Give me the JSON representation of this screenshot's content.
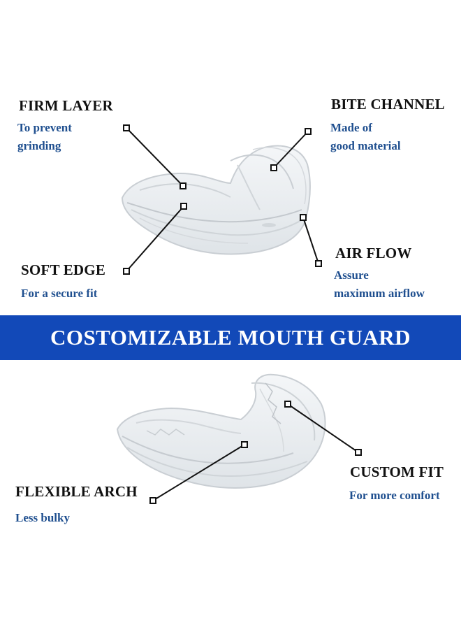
{
  "callouts_top": {
    "firm_layer": {
      "title": "FIRM LAYER",
      "desc_line1": "To prevent",
      "desc_line2": "grinding"
    },
    "bite_channel": {
      "title": "BITE CHANNEL",
      "desc_line1": "Made of",
      "desc_line2": "good material"
    },
    "soft_edge": {
      "title": "SOFT EDGE",
      "desc_line1": "For a secure fit"
    },
    "air_flow": {
      "title": "AIR FLOW",
      "desc_line1": "Assure",
      "desc_line2": "maximum airflow"
    }
  },
  "banner": {
    "text": "COSTOMIZABLE MOUTH GUARD",
    "color": "#1249b8"
  },
  "callouts_bottom": {
    "custom_fit": {
      "title": "CUSTOM FIT",
      "desc_line1": "For more comfort"
    },
    "flexible_arch": {
      "title": "FLEXIBLE ARCH",
      "desc_line1": "Less bulky"
    }
  },
  "colors": {
    "title_text": "#111111",
    "desc_text": "#1f4f8f",
    "leader_line": "#111111"
  }
}
